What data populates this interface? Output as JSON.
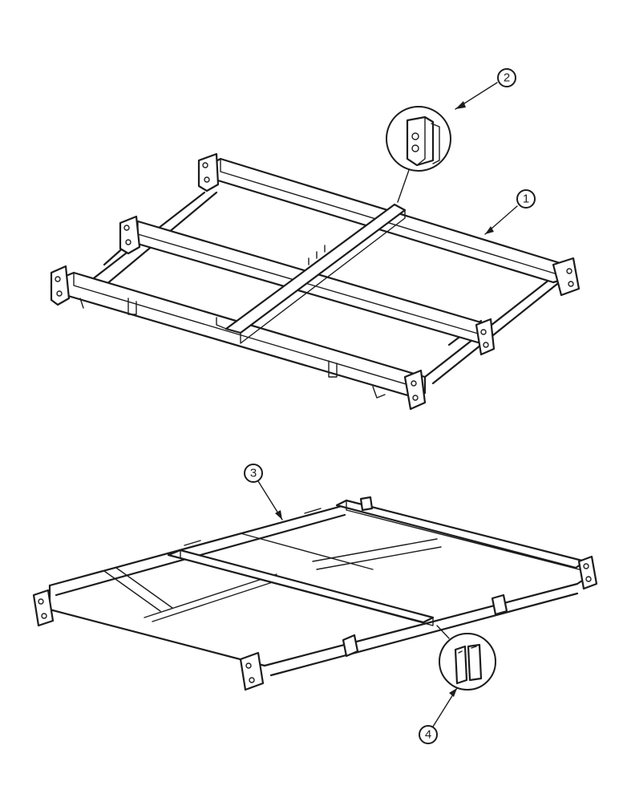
{
  "callouts": [
    {
      "id": "callout-2",
      "label": "2"
    },
    {
      "id": "callout-1",
      "label": "1"
    },
    {
      "id": "callout-3",
      "label": "3"
    },
    {
      "id": "callout-4",
      "label": "4"
    }
  ],
  "colors": {
    "ink": "#1c1c1c",
    "paper": "#ffffff"
  }
}
